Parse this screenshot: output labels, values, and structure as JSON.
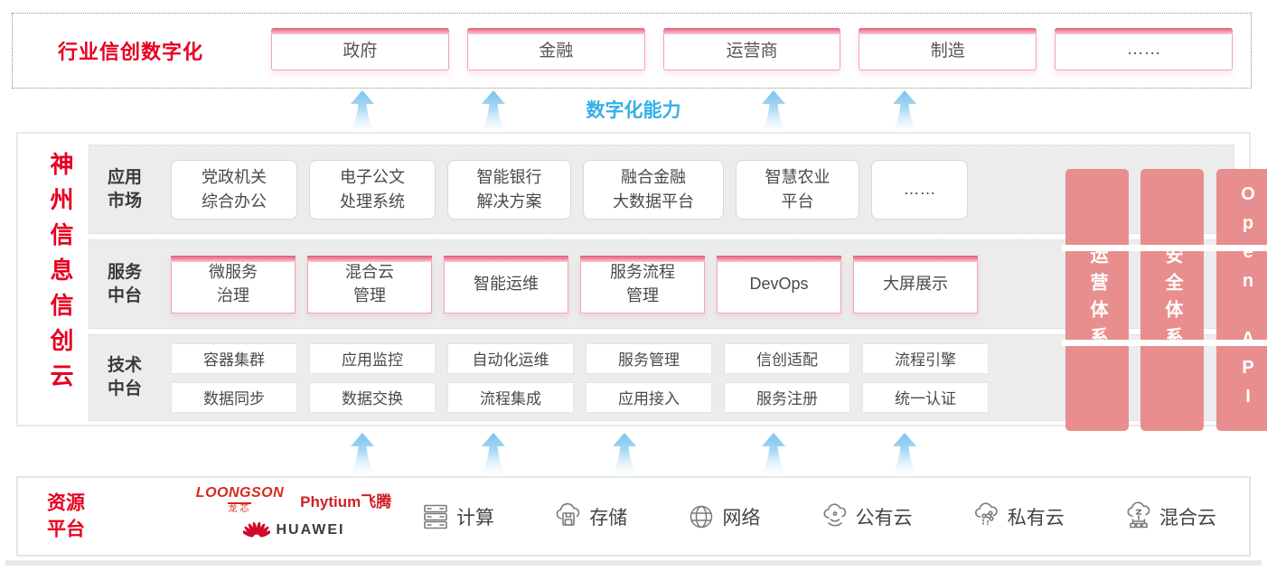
{
  "colors": {
    "accent_red": "#e60021",
    "box_pink_border": "#f2a3b5",
    "box_pink_strip": "#e75a79",
    "side_bar_salmon": "#e88e8e",
    "capability_blue": "#33b0e6",
    "row_gray": "#ececec"
  },
  "top_banner": {
    "label": "行业信创数字化",
    "industries": [
      "政府",
      "金融",
      "运营商",
      "制造",
      "……"
    ]
  },
  "capability_label": "数字化能力",
  "platform": {
    "vertical_title": "神州信息信创云",
    "app_market": {
      "label": "应用\n市场",
      "boxes": [
        "党政机关\n综合办公",
        "电子公文\n处理系统",
        "智能银行\n解决方案",
        "融合金融\n大数据平台",
        "智慧农业\n平台",
        "……"
      ]
    },
    "service_platform": {
      "label": "服务\n中台",
      "boxes": [
        "微服务\n治理",
        "混合云\n管理",
        "智能运维",
        "服务流程\n管理",
        "DevOps",
        "大屏展示"
      ]
    },
    "tech_platform": {
      "label": "技术\n中台",
      "boxes_row1": [
        "容器集群",
        "应用监控",
        "自动化运维",
        "服务管理",
        "信创适配",
        "流程引擎"
      ],
      "boxes_row2": [
        "数据同步",
        "数据交换",
        "流程集成",
        "应用接入",
        "服务注册",
        "统一认证"
      ]
    },
    "side_bars": [
      "运营体系",
      "安全体系",
      "Open API"
    ]
  },
  "resources": {
    "label": "资源\n平台",
    "vendors": {
      "loongson_en": "LOONGSON",
      "loongson_cn": "龙芯",
      "phytium": "Phytium飞腾",
      "huawei": "HUAWEI"
    },
    "items": [
      {
        "icon": "compute-icon",
        "label": "计算"
      },
      {
        "icon": "storage-icon",
        "label": "存储"
      },
      {
        "icon": "network-icon",
        "label": "网络"
      },
      {
        "icon": "public-cloud-icon",
        "label": "公有云"
      },
      {
        "icon": "private-cloud-icon",
        "label": "私有云"
      },
      {
        "icon": "hybrid-cloud-icon",
        "label": "混合云"
      }
    ]
  }
}
